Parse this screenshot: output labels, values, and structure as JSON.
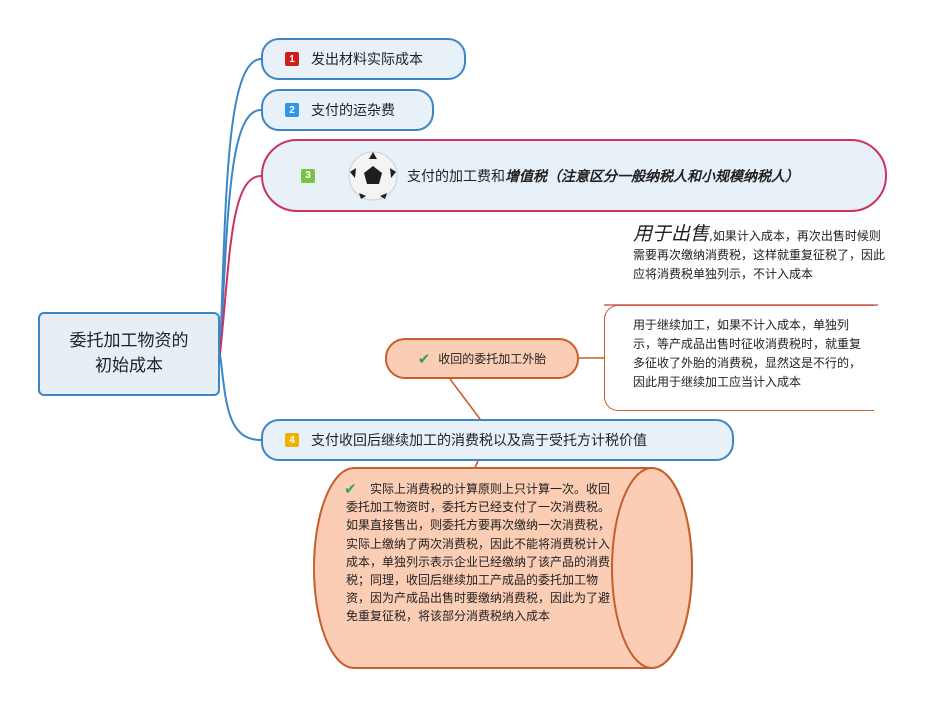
{
  "root": {
    "line1": "委托加工物资的",
    "line2": "初始成本"
  },
  "topics": [
    {
      "number": "1",
      "label": "发出材料实际成本"
    },
    {
      "number": "2",
      "label": "支付的运杂费"
    },
    {
      "number": "3",
      "label_prefix": "支付的加工费和",
      "label_emph": "增值税（注意区分一般纳税人和小规模纳税人）",
      "icon": "soccer-ball-icon"
    },
    {
      "number": "4",
      "label": "支付收回后继续加工的消费税以及高于受托方计税价值"
    }
  ],
  "subtopic": {
    "label": "收回的委托加工外胎"
  },
  "sale_note": {
    "title": "用于出售",
    "text": ",如果计入成本，再次出售时候则需要再次缴纳消费税，这样就重复征税了，因此应将消费税单独列示，不计入成本"
  },
  "continue_note": {
    "text": "用于继续加工，如果不计入成本，单独列示，等产成品出售时征收消费税时，就重复多征收了外胎的消费税，显然这是不行的，因此用于继续加工应当计入成本"
  },
  "explanation": {
    "text": "实际上消费税的计算原则上只计算一次。收回委托加工物资时，委托方已经支付了一次消费税。如果直接售出，则委托方要再次缴纳一次消费税，实际上缴纳了两次消费税，因此不能将消费税计入成本，单独列示表示企业已经缴纳了该产品的消费税；同理，收回后继续加工产成品的委托加工物资，因为产成品出售时要缴纳消费税，因此为了避免重复征税，将该部分消费税纳入成本"
  },
  "colors": {
    "blue_branch": "#3d86c6",
    "red_branch": "#c93366",
    "orange_branch": "#c65f2a",
    "orange_fill": "#fbcdb4",
    "topic_fill": "#e8f0f8",
    "check_green": "#2fa842"
  }
}
